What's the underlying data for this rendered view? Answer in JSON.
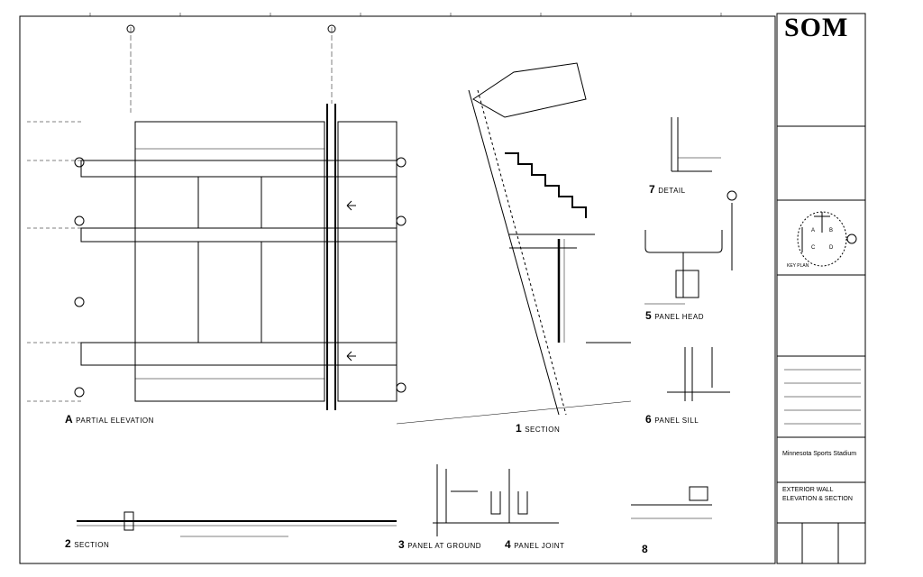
{
  "title_block": {
    "firm_logo": "SOM",
    "project_name": "Minnesota Sports Stadium",
    "sheet_title_line1": "EXTERIOR WALL",
    "sheet_title_line2": "ELEVATION & SECTION",
    "key_plan_label": "KEY PLAN",
    "key_plan_zones": [
      "A",
      "B",
      "C",
      "D"
    ]
  },
  "drawing_labels": {
    "a": {
      "num": "A",
      "text": "PARTIAL ELEVATION"
    },
    "1": {
      "num": "1",
      "text": "SECTION"
    },
    "2": {
      "num": "2",
      "text": "SECTION"
    },
    "3": {
      "num": "3",
      "text": "PANEL AT GROUND"
    },
    "4": {
      "num": "4",
      "text": "PANEL JOINT"
    },
    "5": {
      "num": "5",
      "text": "PANEL HEAD"
    },
    "6": {
      "num": "6",
      "text": "PANEL SILL"
    },
    "7": {
      "num": "7",
      "text": "DETAIL"
    },
    "8": {
      "num": "8",
      "text": ""
    }
  },
  "colors": {
    "ink": "#000000",
    "paper": "#ffffff"
  }
}
